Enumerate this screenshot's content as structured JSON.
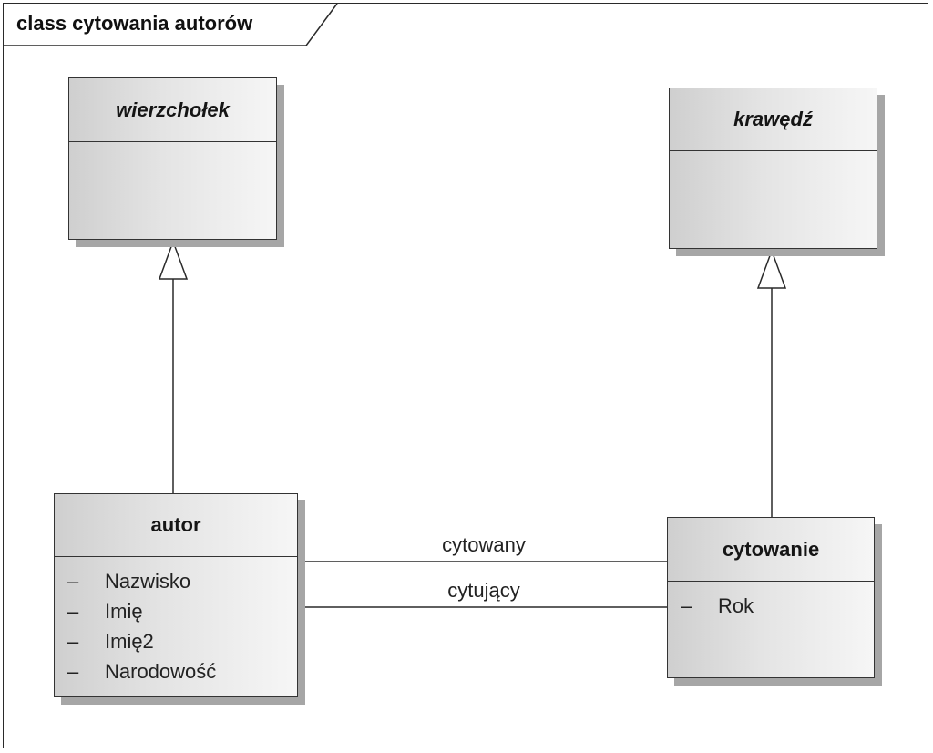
{
  "frame": {
    "title": "class cytowania autorów"
  },
  "classes": {
    "wierzcholek": {
      "name": "wierzchołek",
      "abstract": true,
      "attributes": []
    },
    "krawedz": {
      "name": "krawędź",
      "abstract": true,
      "attributes": []
    },
    "autor": {
      "name": "autor",
      "abstract": false,
      "attributes": [
        {
          "visibility": "–",
          "name": "Nazwisko"
        },
        {
          "visibility": "–",
          "name": "Imię"
        },
        {
          "visibility": "–",
          "name": "Imię2"
        },
        {
          "visibility": "–",
          "name": "Narodowość"
        }
      ]
    },
    "cytowanie": {
      "name": "cytowanie",
      "abstract": false,
      "attributes": [
        {
          "visibility": "–",
          "name": "Rok"
        }
      ]
    }
  },
  "relations": {
    "generalizations": [
      {
        "from": "autor",
        "to": "wierzchołek"
      },
      {
        "from": "cytowanie",
        "to": "krawędź"
      }
    ],
    "associations": [
      {
        "from": "autor",
        "to": "cytowanie",
        "label": "cytowany"
      },
      {
        "from": "autor",
        "to": "cytowanie",
        "label": "cytujący"
      }
    ]
  },
  "colors": {
    "line": "#2a2a2a",
    "shadow": "#a6a6a6"
  }
}
